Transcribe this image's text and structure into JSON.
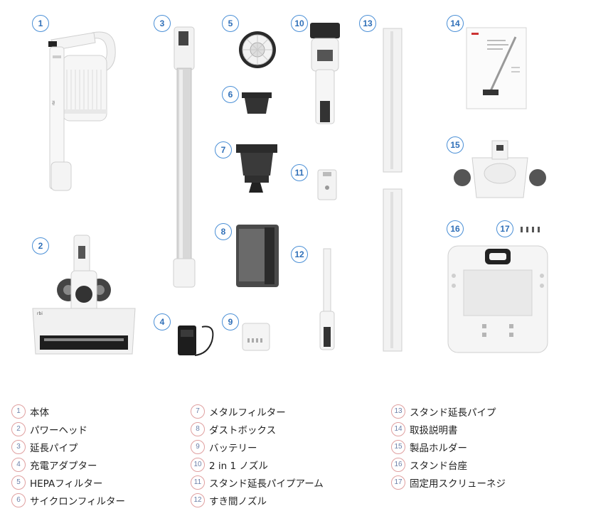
{
  "brand_mark": "red/blue",
  "callouts": [
    "1",
    "2",
    "3",
    "4",
    "5",
    "6",
    "7",
    "8",
    "9",
    "10",
    "11",
    "12",
    "13",
    "14",
    "15",
    "16",
    "17"
  ],
  "legend": [
    {
      "num": "1",
      "label": "本体"
    },
    {
      "num": "2",
      "label": "パワーヘッド"
    },
    {
      "num": "3",
      "label": "延長パイプ"
    },
    {
      "num": "4",
      "label": "充電アダプター"
    },
    {
      "num": "5",
      "label": "HEPAフィルター"
    },
    {
      "num": "6",
      "label": "サイクロンフィルター"
    },
    {
      "num": "7",
      "label": "メタルフィルター"
    },
    {
      "num": "8",
      "label": "ダストボックス"
    },
    {
      "num": "9",
      "label": "バッテリー"
    },
    {
      "num": "10",
      "label": "2 in 1 ノズル"
    },
    {
      "num": "11",
      "label": "スタンド延長パイプアーム"
    },
    {
      "num": "12",
      "label": "すき間ノズル"
    },
    {
      "num": "13",
      "label": "スタンド延長パイプ"
    },
    {
      "num": "14",
      "label": "取扱説明書"
    },
    {
      "num": "15",
      "label": "製品ホルダー"
    },
    {
      "num": "16",
      "label": "スタンド台座"
    },
    {
      "num": "17",
      "label": "固定用スクリューネジ"
    }
  ],
  "colors": {
    "callout_border": "#4a8fd6",
    "callout_text": "#2f6fb8",
    "legend_circle": "#e0a0a0",
    "legend_num": "#6b7fa8"
  }
}
